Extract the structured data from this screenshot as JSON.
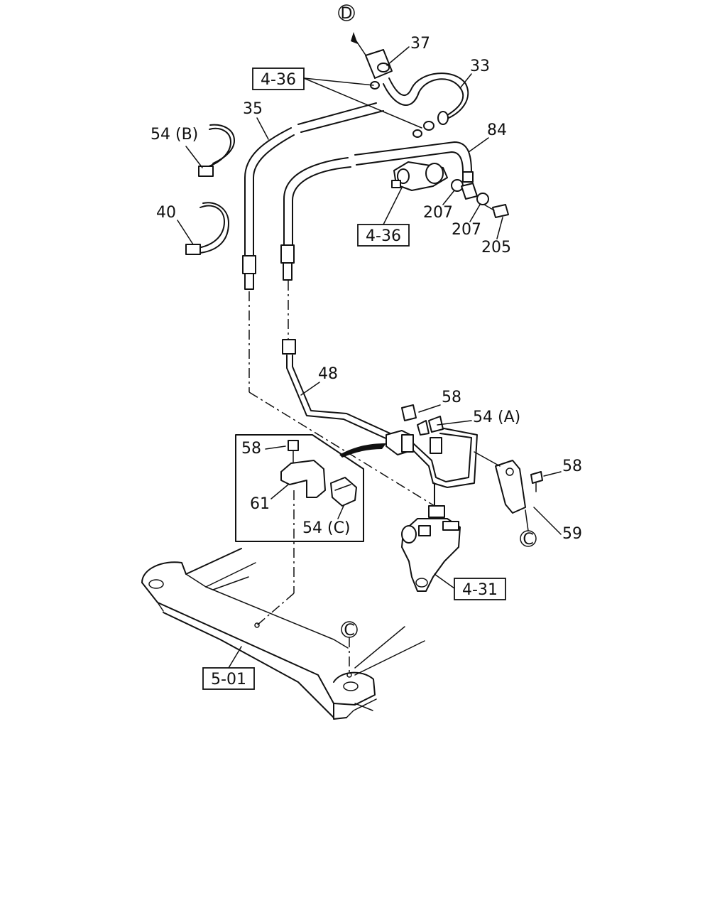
{
  "callouts": {
    "c37": "37",
    "c33": "33",
    "c35": "35",
    "c84": "84",
    "c54b": "54 (B)",
    "c40": "40",
    "c207a": "207",
    "c207b": "207",
    "c205": "205",
    "c48": "48",
    "c58a": "58",
    "c54a": "54 (A)",
    "c58b": "58",
    "c58c": "58",
    "c61": "61",
    "c54c": "54 (C)",
    "c59": "59"
  },
  "references": {
    "r436top": "4-36",
    "r436mid": "4-36",
    "r431": "4-31",
    "r501": "5-01"
  },
  "markers": {
    "D": "D",
    "C1": "C",
    "C2": "C"
  }
}
